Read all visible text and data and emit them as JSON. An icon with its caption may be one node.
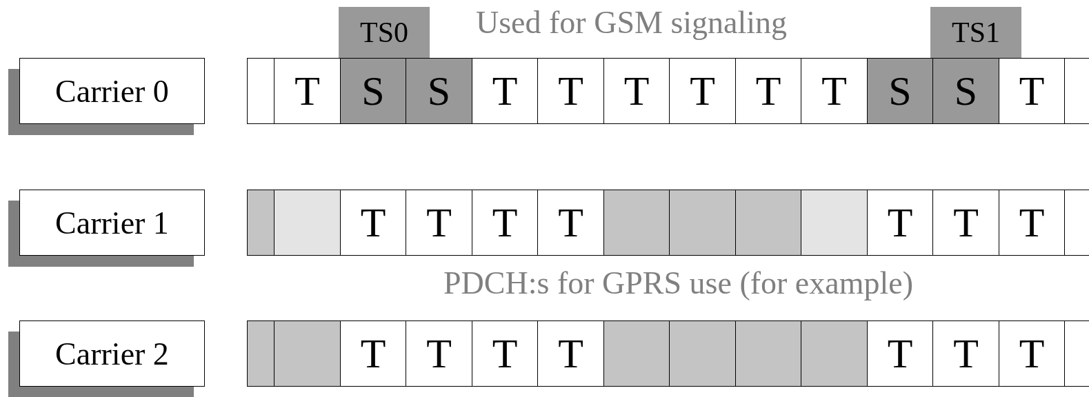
{
  "diagram": {
    "nodes": [
      {
        "text": [
          "TS0"
        ]
      },
      {
        "text": [
          "TS1"
        ]
      },
      {
        "text": [
          "Carrier 0"
        ]
      },
      {
        "text": [
          "Carrier 1"
        ]
      },
      {
        "text": [
          "Carrier 2"
        ]
      }
    ],
    "labels": [
      "Used for GSM signaling",
      "T",
      "S",
      "S",
      "T",
      "T",
      "T",
      "T",
      "T",
      "T",
      "S",
      "S",
      "T",
      "T",
      "T",
      "T",
      "T",
      "T",
      "T",
      "T",
      "PDCH:s for GPRS use (for example)",
      "T",
      "T",
      "T",
      "T",
      "T",
      "T",
      "T"
    ]
  }
}
